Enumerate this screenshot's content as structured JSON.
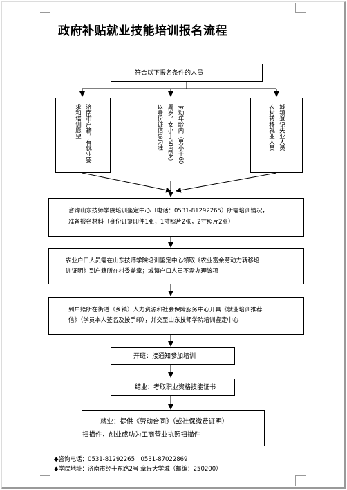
{
  "title": "政府补贴就业技能培训报名流程",
  "step_eligible": "符合以下报名条件的人员",
  "conditions": [
    {
      "lines": [
        "济南市户籍，有就业要",
        "求和培训愿望"
      ]
    },
    {
      "lines": [
        "劳动年龄内（男小于60",
        "周岁，女小于50周岁）",
        "以身份证信息为准"
      ]
    },
    {
      "lines": [
        "城镇登记失业人员",
        "农村转移就业人员"
      ]
    }
  ],
  "step_consult": [
    "咨询山东技师学院培训鉴定中心（电话：0531-81292265）所需培训情况，",
    "准备报名材料（身份证复印件1张，1寸照片2张，2寸照片2张）"
  ],
  "step_rural": [
    "农业户口人员需在山东技师学院培训鉴定中心领取《农业富余劳动力转移培",
    "训证明》到户籍所在村委盖章；城镇户口人员不需办理该项"
  ],
  "step_recommend": [
    "到户籍所在街道（乡镇）人力资源和社会保障服务中心开具《就业培训推荐",
    "信》（学员本人签名及按手印），并交至山东技师学院培训鉴定中心"
  ],
  "step_class": "开班：接通知参加培训",
  "step_graduate": "结业：考取职业资格技能证书",
  "step_employ": [
    "就业：提供《劳动合同》（或社保缴费证明）",
    "扫描件，创业成功为工商营业执照扫描件"
  ],
  "contact_phone": "◆咨询电话：0531-81292265　0531-87022869",
  "contact_address": "◆学院地址：济南市经十东路2号 章丘大学城（邮编：250200）"
}
